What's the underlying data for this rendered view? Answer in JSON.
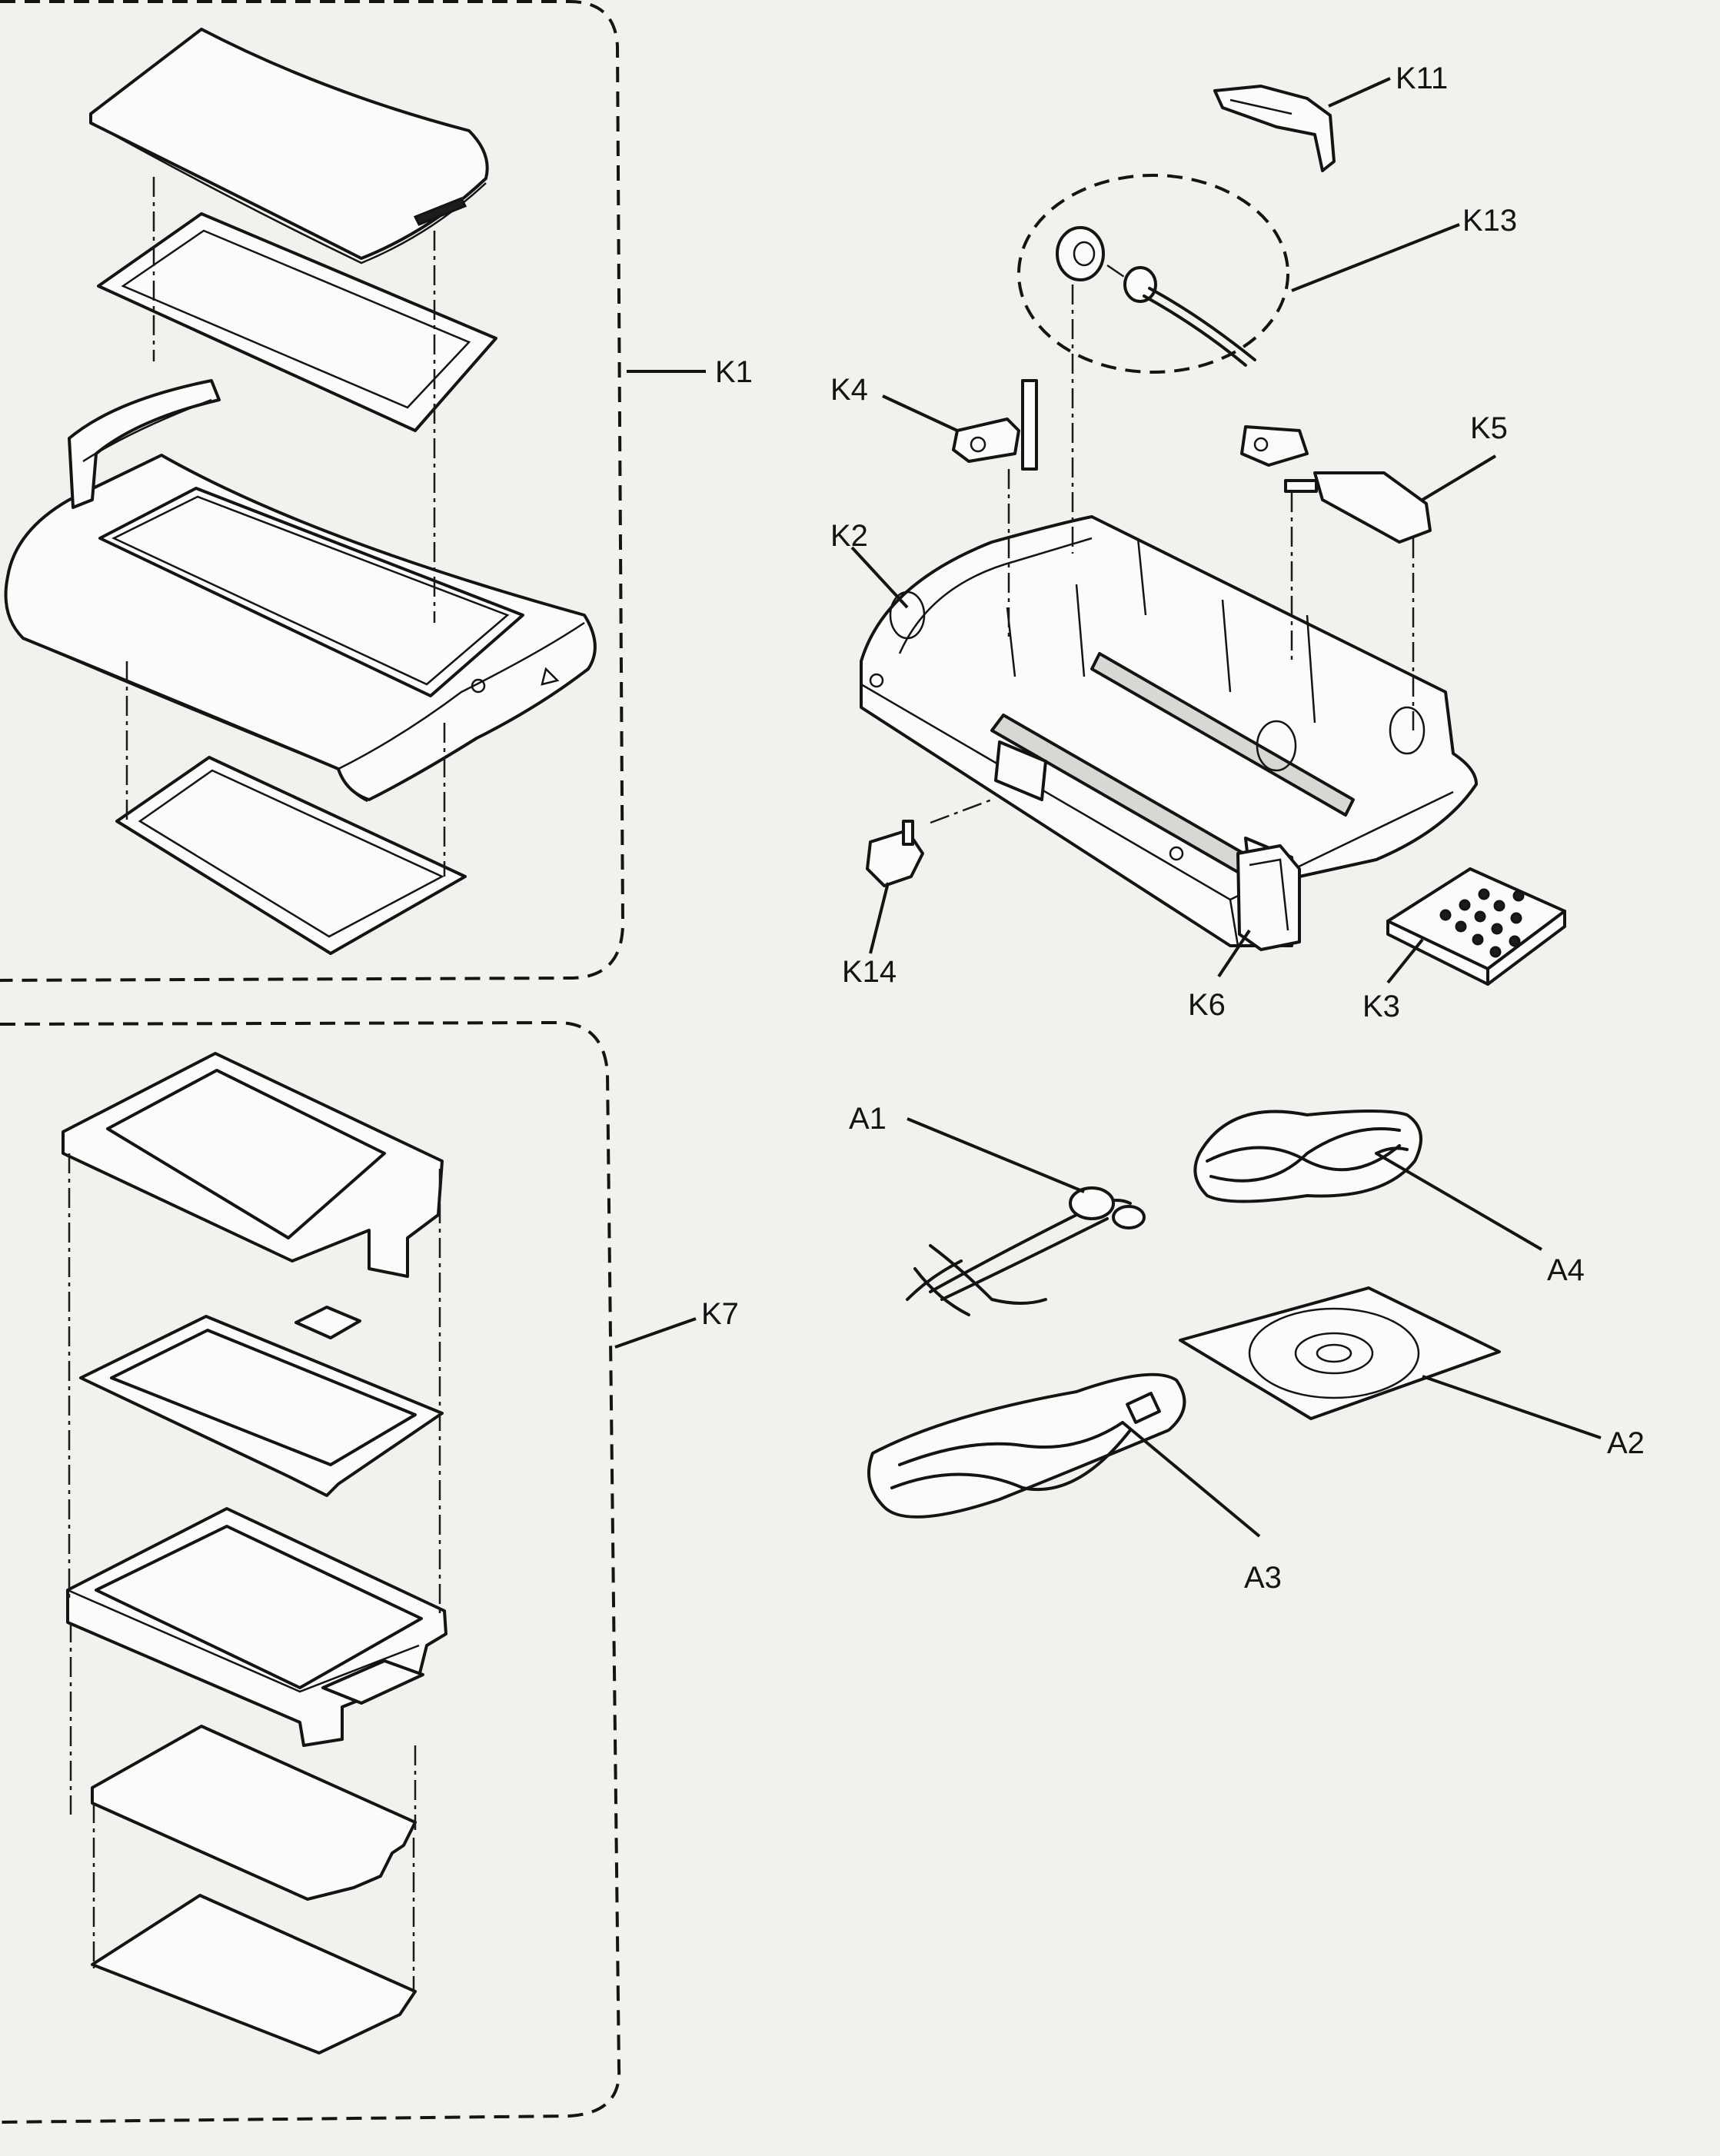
{
  "callouts": {
    "K1": "K1",
    "K2": "K2",
    "K3": "K3",
    "K4": "K4",
    "K5": "K5",
    "K6": "K6",
    "K7": "K7",
    "K11": "K11",
    "K13": "K13",
    "K14": "K14",
    "A1": "A1",
    "A2": "A2",
    "A3": "A3",
    "A4": "A4"
  }
}
